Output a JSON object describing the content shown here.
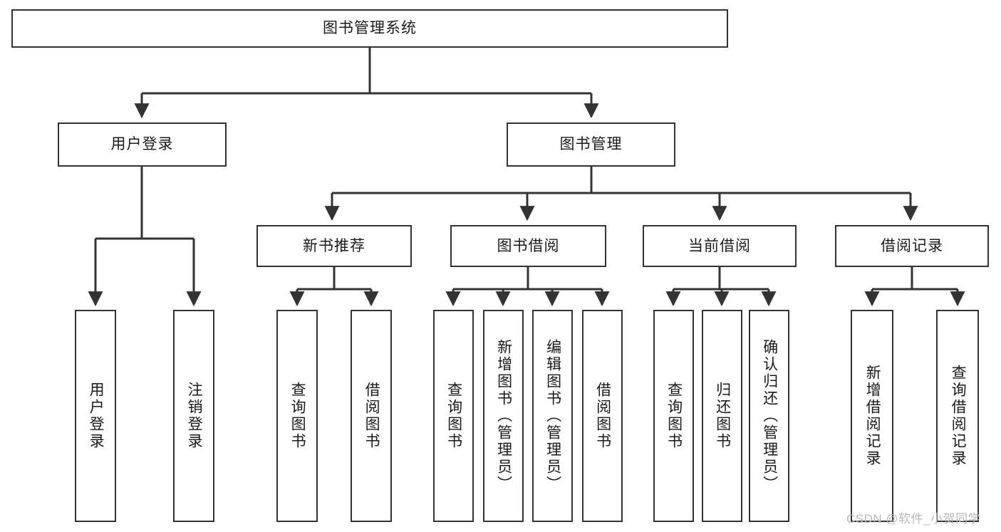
{
  "diagram": {
    "type": "tree",
    "title": "图书管理系统",
    "watermark": "CSDN @软件_小贺同学",
    "colors": {
      "background": "#ffffff",
      "box_border": "#333333",
      "box_fill": "#ffffff",
      "text": "#1a1a1a",
      "connector": "#333333",
      "watermark": "#b9b9b9"
    },
    "levels": {
      "root": "图书管理系统",
      "level2": [
        "用户登录",
        "图书管理"
      ],
      "level3": [
        "新书推荐",
        "图书借阅",
        "当前借阅",
        "借阅记录"
      ]
    }
  },
  "nodes": {
    "root": {
      "label": "图书管理系统"
    },
    "user_login": {
      "label": "用户登录"
    },
    "book_manage": {
      "label": "图书管理"
    },
    "new_book_rec": {
      "label": "新书推荐"
    },
    "book_borrow": {
      "label": "图书借阅"
    },
    "current_borrow": {
      "label": "当前借阅"
    },
    "borrow_record": {
      "label": "借阅记录"
    },
    "leaf_user_login": {
      "label": "用户登录"
    },
    "leaf_user_logout": {
      "label": "注销登录"
    },
    "leaf_rec_query_book": {
      "label": "查询图书"
    },
    "leaf_rec_borrow_book": {
      "label": "借阅图书"
    },
    "leaf_borrow_query_book": {
      "label": "查询图书"
    },
    "leaf_borrow_add_book": {
      "label": "新增图书（管理员）"
    },
    "leaf_borrow_edit_book": {
      "label": "编辑图书（管理员）"
    },
    "leaf_borrow_borrow_book": {
      "label": "借阅图书"
    },
    "leaf_cur_query_book": {
      "label": "查询图书"
    },
    "leaf_cur_return_book": {
      "label": "归还图书"
    },
    "leaf_cur_confirm_return": {
      "label": "确认归还（管理员）"
    },
    "leaf_rec_add_record": {
      "label": "新增借阅记录"
    },
    "leaf_rec_query_record": {
      "label": "查询借阅记录"
    }
  },
  "edges": [
    {
      "from": "图书管理系统",
      "to": "用户登录"
    },
    {
      "from": "图书管理系统",
      "to": "图书管理"
    },
    {
      "from": "用户登录",
      "to": "用户登录"
    },
    {
      "from": "用户登录",
      "to": "注销登录"
    },
    {
      "from": "图书管理",
      "to": "新书推荐"
    },
    {
      "from": "图书管理",
      "to": "图书借阅"
    },
    {
      "from": "图书管理",
      "to": "当前借阅"
    },
    {
      "from": "图书管理",
      "to": "借阅记录"
    },
    {
      "from": "新书推荐",
      "to": "查询图书"
    },
    {
      "from": "新书推荐",
      "to": "借阅图书"
    },
    {
      "from": "图书借阅",
      "to": "查询图书"
    },
    {
      "from": "图书借阅",
      "to": "新增图书（管理员）"
    },
    {
      "from": "图书借阅",
      "to": "编辑图书（管理员）"
    },
    {
      "from": "图书借阅",
      "to": "借阅图书"
    },
    {
      "from": "当前借阅",
      "to": "查询图书"
    },
    {
      "from": "当前借阅",
      "to": "归还图书"
    },
    {
      "from": "当前借阅",
      "to": "确认归还（管理员）"
    },
    {
      "from": "借阅记录",
      "to": "新增借阅记录"
    },
    {
      "from": "借阅记录",
      "to": "查询借阅记录"
    }
  ]
}
